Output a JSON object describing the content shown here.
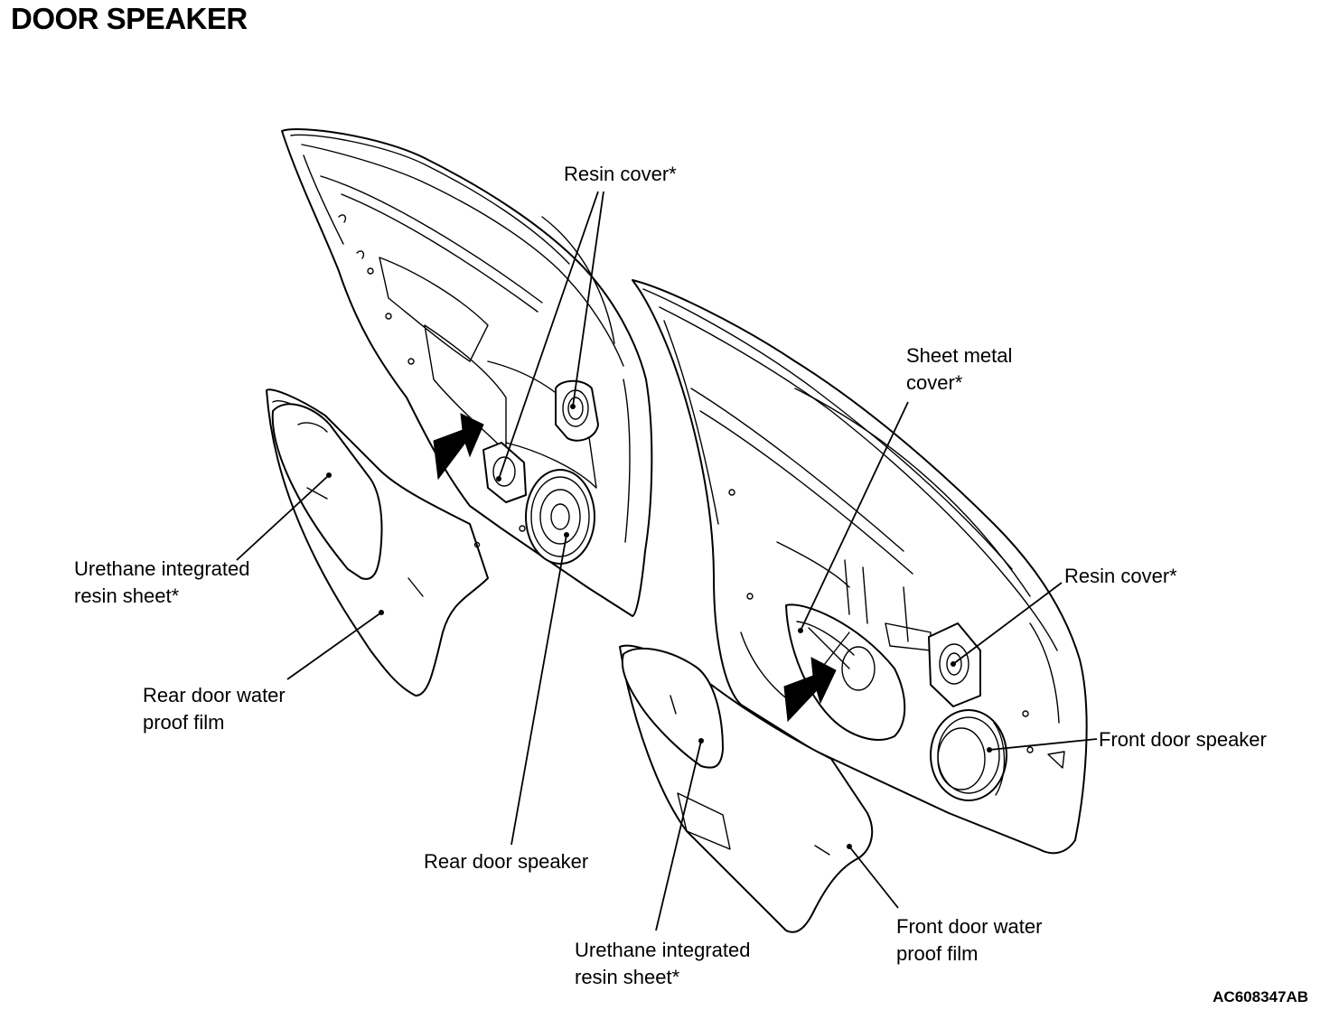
{
  "title": "DOOR SPEAKER",
  "figure_code": "AC608347AB",
  "labels": {
    "resin_cover_rear": "Resin cover*",
    "sheet_metal_cover": [
      "Sheet metal",
      "cover*"
    ],
    "resin_cover_front": "Resin cover*",
    "urethane_rear": [
      "Urethane integrated",
      "resin sheet*"
    ],
    "rear_film": [
      "Rear door water",
      "proof film"
    ],
    "front_speaker": "Front door speaker",
    "rear_speaker": "Rear door speaker",
    "urethane_front": [
      "Urethane integrated",
      "resin sheet*"
    ],
    "front_film": [
      "Front door water",
      "proof film"
    ]
  },
  "icons": {
    "install_arrow": "arrow-icon"
  }
}
